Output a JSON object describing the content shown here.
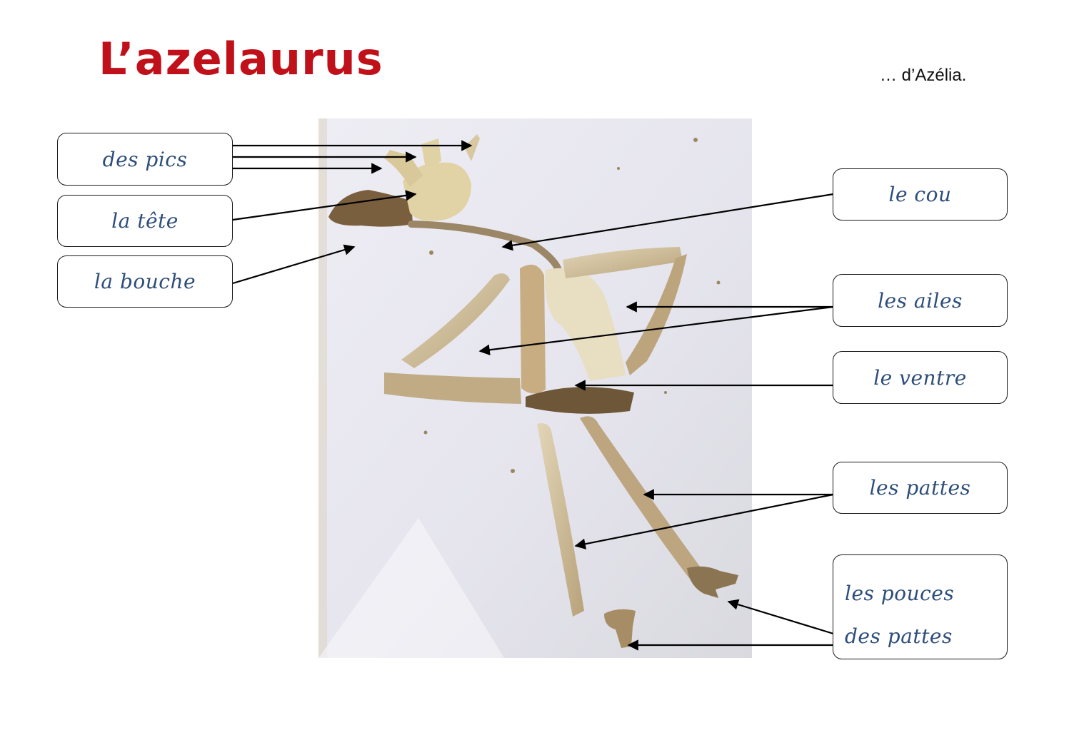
{
  "header": {
    "title": "L’azelaurus",
    "author": "… d’Azélia."
  },
  "labels": {
    "des_pics": "des pics",
    "la_tete": "la tête",
    "la_bouche": "la bouche",
    "le_cou": "le cou",
    "les_ailes": "les ailes",
    "le_ventre": "le ventre",
    "les_pattes": "les pattes",
    "les_pouces": "les pouces des pattes"
  },
  "colors": {
    "title": "#c0101a",
    "label_text": "#2d4d7a",
    "border": "#1a1a1a",
    "arrow": "#000000",
    "photo_background": "#ecebf2",
    "bone": "#c9b58e",
    "dirty_bone": "#7d6446"
  }
}
